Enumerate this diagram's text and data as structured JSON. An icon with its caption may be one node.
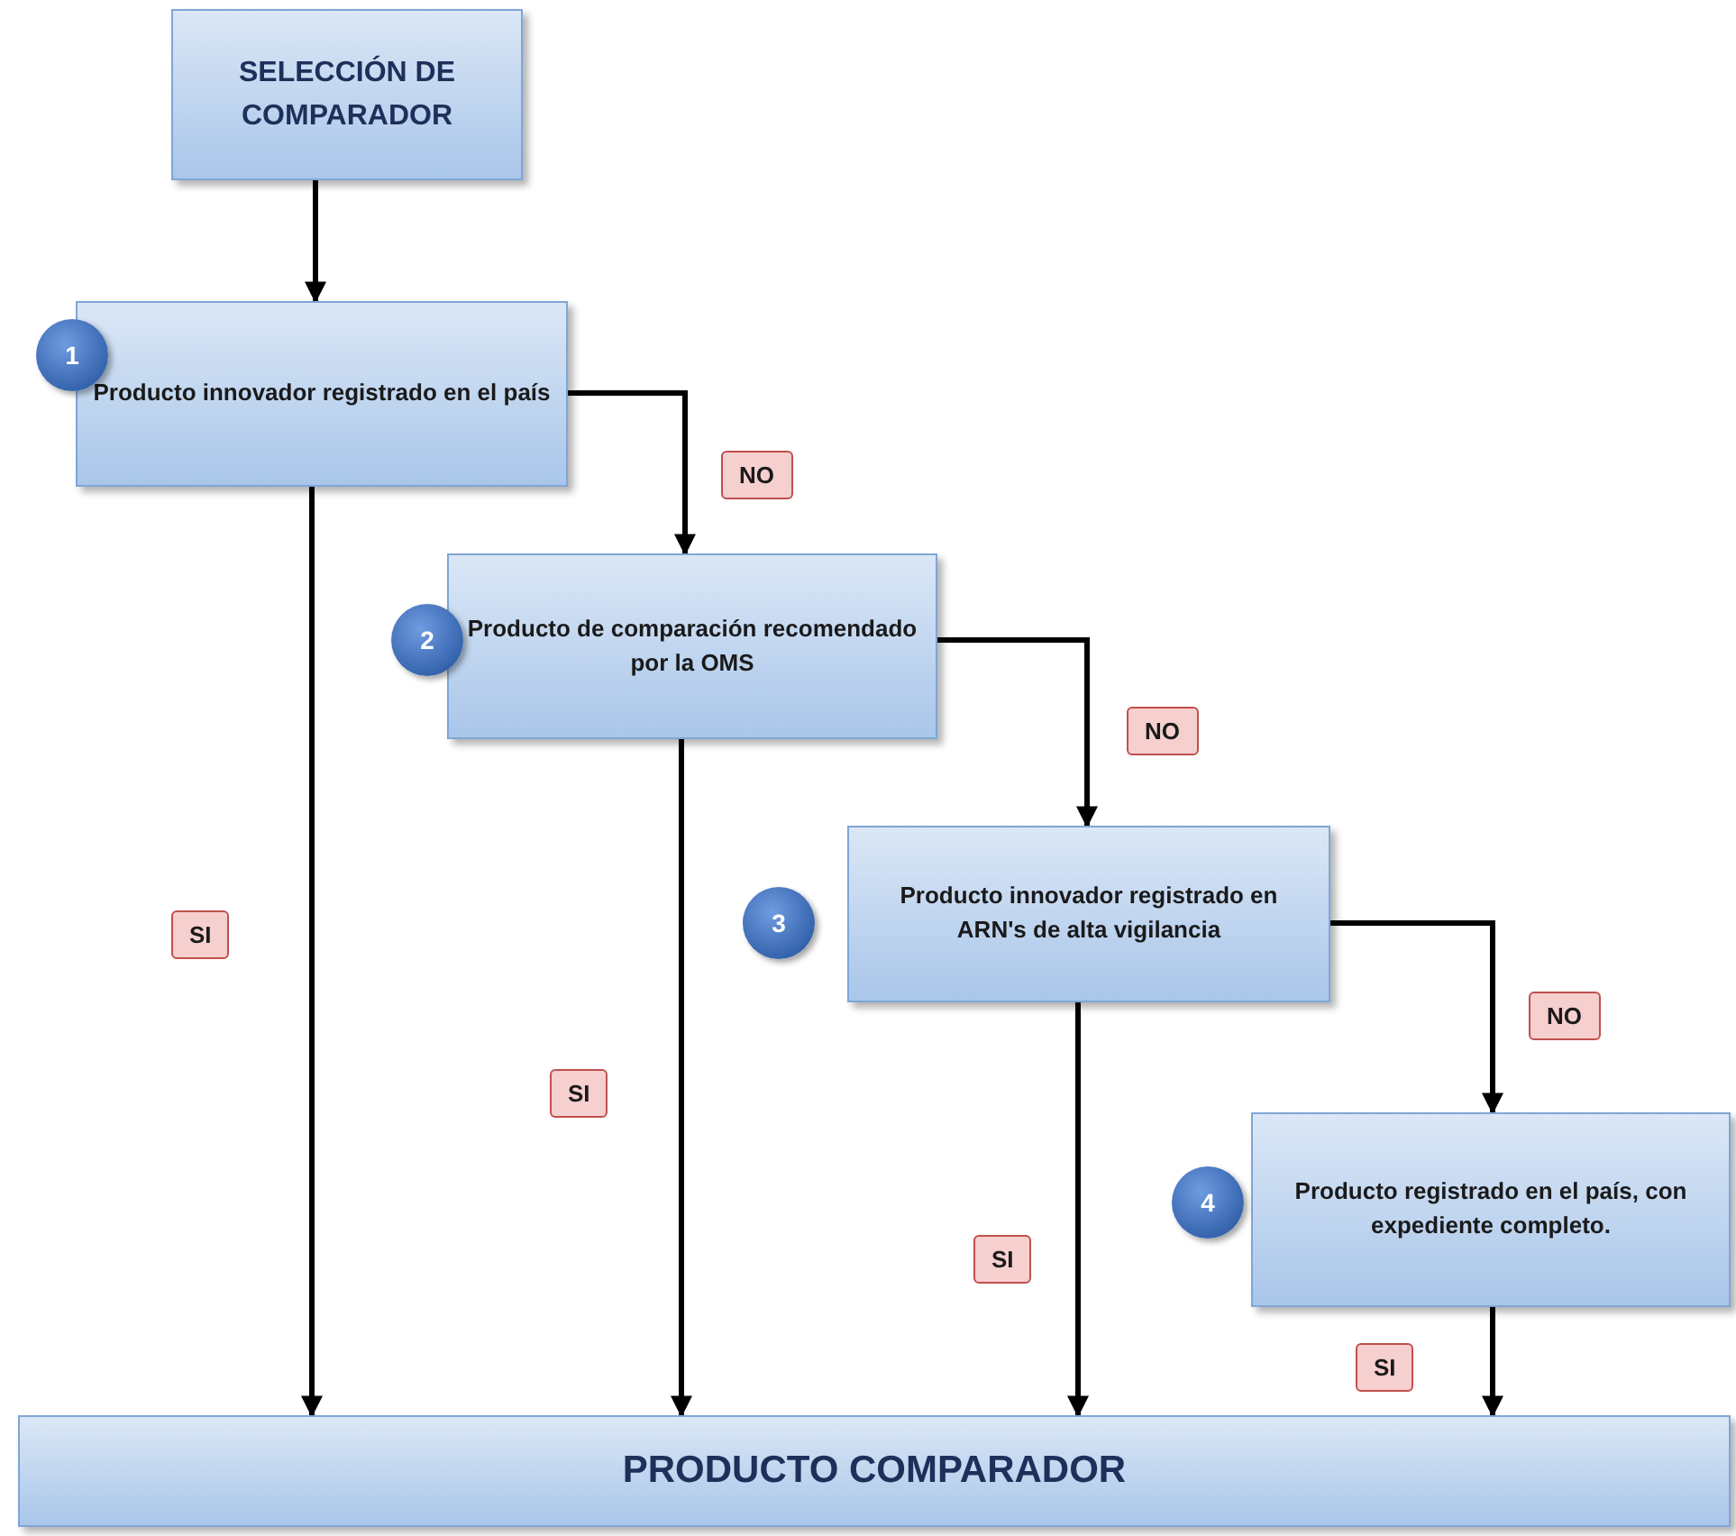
{
  "diagram": {
    "nodes": [
      {
        "text": [
          "SELECCIÓN DE COMPARADOR"
        ]
      },
      {
        "text": [
          "Producto innovador registrado en el país"
        ]
      },
      {
        "text": [
          "Producto de comparación recomendado por la OMS"
        ]
      },
      {
        "text": [
          "Producto innovador registrado en ARN's de alta vigilancia"
        ]
      },
      {
        "text": [
          "Producto registrado en el país, con expediente completo."
        ]
      },
      {
        "text": [
          "PRODUCTO COMPARADOR"
        ]
      }
    ],
    "edges": [
      {
        "from": 0,
        "to": 1,
        "arrow": "to"
      },
      {
        "from": 1,
        "to": 2,
        "arrow": "to",
        "label": "NO"
      },
      {
        "from": 1,
        "to": 5,
        "arrow": "to",
        "label": "SI"
      },
      {
        "from": 2,
        "to": 3,
        "arrow": "to",
        "label": "NO"
      },
      {
        "from": 2,
        "to": 5,
        "arrow": "to",
        "label": "SI"
      },
      {
        "from": 3,
        "to": 4,
        "arrow": "to",
        "label": "NO"
      },
      {
        "from": 3,
        "to": 5,
        "arrow": "to",
        "label": "SI"
      },
      {
        "from": 4,
        "to": 5,
        "arrow": "to",
        "label": "SI"
      }
    ],
    "labels": [
      "1",
      "2",
      "3",
      "4"
    ]
  }
}
